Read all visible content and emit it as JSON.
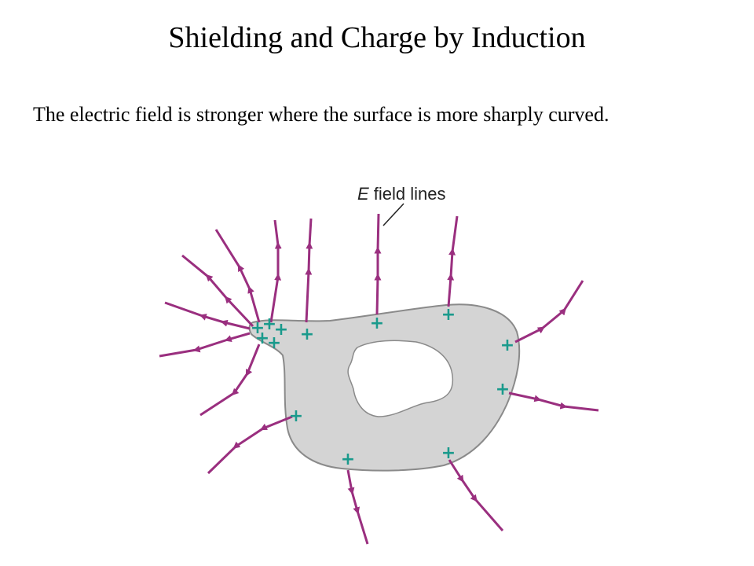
{
  "slide": {
    "title": "Shielding and Charge by Induction",
    "body": "The electric field is stronger where the surface is more sharply curved."
  },
  "diagram": {
    "label_symbol": "E",
    "label_rest": " field lines",
    "charge_symbol": "+",
    "colors": {
      "field_line": "#9a2f7f",
      "charge": "#1a9a8c",
      "conductor_fill": "#d4d4d4",
      "conductor_stroke": "#8a8a8a",
      "cavity_fill": "#ffffff"
    }
  }
}
